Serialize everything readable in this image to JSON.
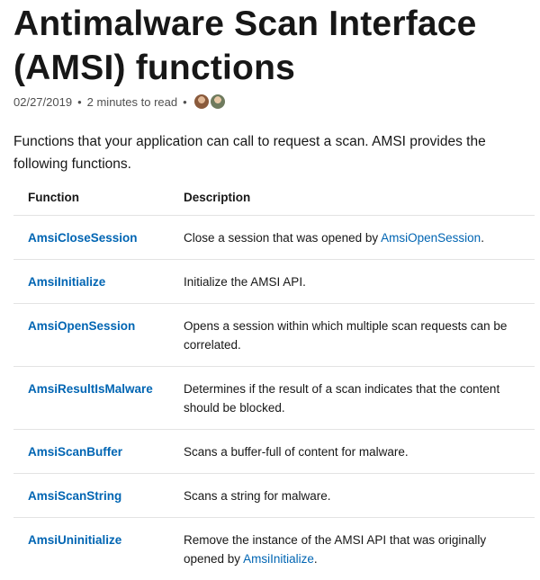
{
  "article": {
    "title": "Antimalware Scan Interface (AMSI) functions",
    "date": "02/27/2019",
    "bullet": "•",
    "read_time": "2 minutes to read",
    "intro": "Functions that your application can call to request a scan. AMSI provides the following functions."
  },
  "table": {
    "headers": [
      "Function",
      "Description"
    ],
    "rows": [
      {
        "name": "AmsiCloseSession",
        "desc": "Close a session that was opened by ",
        "link": "AmsiOpenSession",
        "tail": "."
      },
      {
        "name": "AmsiInitialize",
        "desc": "Initialize the AMSI API."
      },
      {
        "name": "AmsiOpenSession",
        "desc": "Opens a session within which multiple scan requests can be correlated."
      },
      {
        "name": "AmsiResultIsMalware",
        "desc": "Determines if the result of a scan indicates that the content should be blocked."
      },
      {
        "name": "AmsiScanBuffer",
        "desc": "Scans a buffer-full of content for malware."
      },
      {
        "name": "AmsiScanString",
        "desc": "Scans a string for malware."
      },
      {
        "name": "AmsiUninitialize",
        "desc": "Remove the instance of the AMSI API that was originally opened by ",
        "link": "AmsiInitialize",
        "tail": "."
      }
    ]
  },
  "colors": {
    "link": "#0065b3",
    "text": "#171717",
    "meta": "#505050"
  }
}
